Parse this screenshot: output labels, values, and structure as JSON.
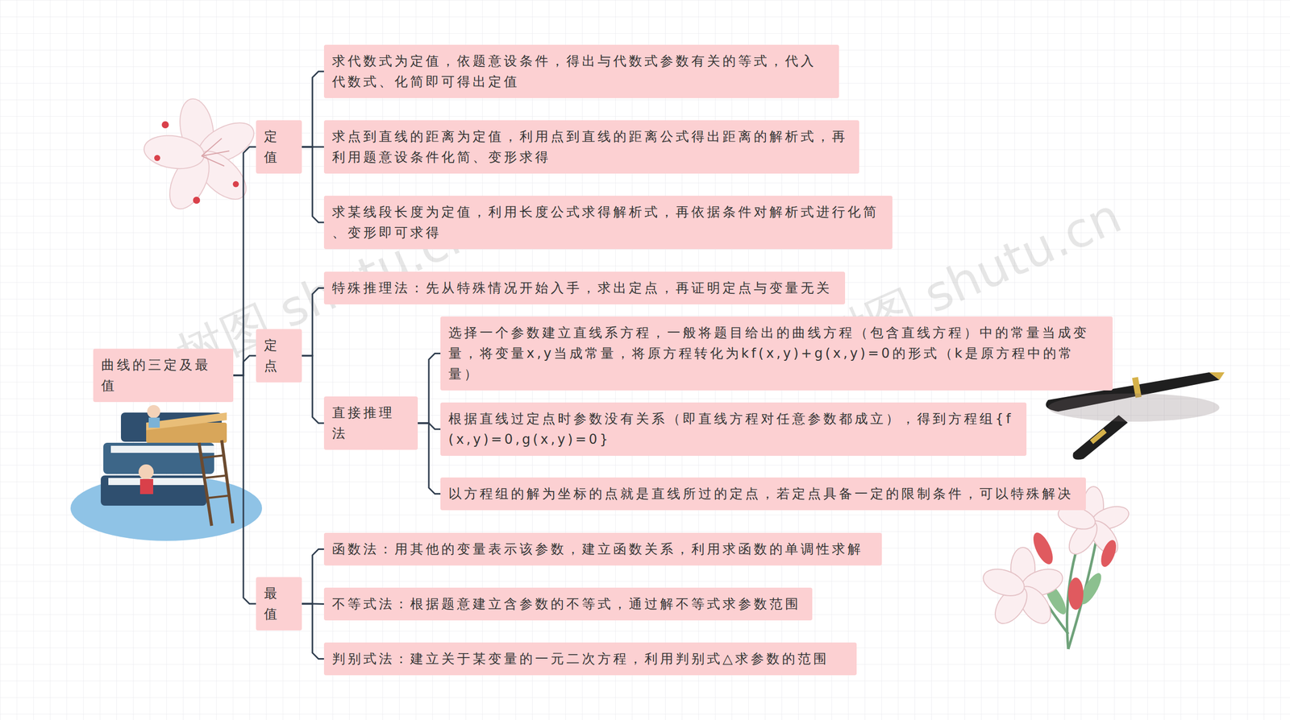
{
  "diagram": {
    "nodes": [
      {
        "text": [
          "曲线的三定及最值"
        ]
      },
      {
        "text": [
          "定值"
        ]
      },
      {
        "text": [
          "求代数式为定值，依题意设条件，得出与代数式参数有关的等式，代入 代数式、化简即可得出定值"
        ]
      },
      {
        "text": [
          "求点到直线的距离为定值，利用点到直线的距离公式得出距离的解析式，再 利用题意设条件化简、变形求得"
        ]
      },
      {
        "text": [
          "求某线段长度为定值，利用长度公式求得解析式，再依据条件对解析式进行化简 、变形即可求得"
        ]
      },
      {
        "text": [
          "定点"
        ]
      },
      {
        "text": [
          "特殊推理法：先从特殊情况开始入手，求出定点，再证明定点与变量无关"
        ]
      },
      {
        "text": [
          "直接推理法"
        ]
      },
      {
        "text": [
          "选择一个参数建立直线系方程，一般将题目给出的曲线方程（包含直线方程）中的常量当成变 量，将变量x,y当成常量，将原方程转化为kf(x,y)+g(x,y)=0的形式（k是原方程中的常量）"
        ]
      },
      {
        "text": [
          "根据直线过定点时参数没有关系（即直线方程对任意参数都成立），得到方程组{f (x,y)=0,g(x,y)=0}"
        ]
      },
      {
        "text": [
          "以方程组的解为坐标的点就是直线所过的定点，若定点具备一定的限制条件，可以特殊解决"
        ]
      },
      {
        "text": [
          "最值"
        ]
      },
      {
        "text": [
          "函数法：用其他的变量表示该参数，建立函数关系，利用求函数的单调性求解"
        ]
      },
      {
        "text": [
          "不等式法：根据题意建立含参数的不等式，通过解不等式求参数范围"
        ]
      },
      {
        "text": [
          "判别式法：建立关于某变量的一元二次方程，利用判别式△求参数的范围"
        ]
      }
    ],
    "edges": [
      {
        "from": 0,
        "to": 1,
        "arrow": "none"
      },
      {
        "from": 0,
        "to": 5,
        "arrow": "none"
      },
      {
        "from": 0,
        "to": 11,
        "arrow": "none"
      },
      {
        "from": 1,
        "to": 2,
        "arrow": "none"
      },
      {
        "from": 1,
        "to": 3,
        "arrow": "none"
      },
      {
        "from": 1,
        "to": 4,
        "arrow": "none"
      },
      {
        "from": 5,
        "to": 6,
        "arrow": "none"
      },
      {
        "from": 5,
        "to": 7,
        "arrow": "none"
      },
      {
        "from": 7,
        "to": 8,
        "arrow": "none"
      },
      {
        "from": 7,
        "to": 9,
        "arrow": "none"
      },
      {
        "from": 7,
        "to": 10,
        "arrow": "none"
      },
      {
        "from": 11,
        "to": 12,
        "arrow": "none"
      },
      {
        "from": 11,
        "to": 13,
        "arrow": "none"
      },
      {
        "from": 11,
        "to": 14,
        "arrow": "none"
      }
    ],
    "labels": [
      "树图 shutu.cn",
      "树图 shutu.cn"
    ]
  }
}
